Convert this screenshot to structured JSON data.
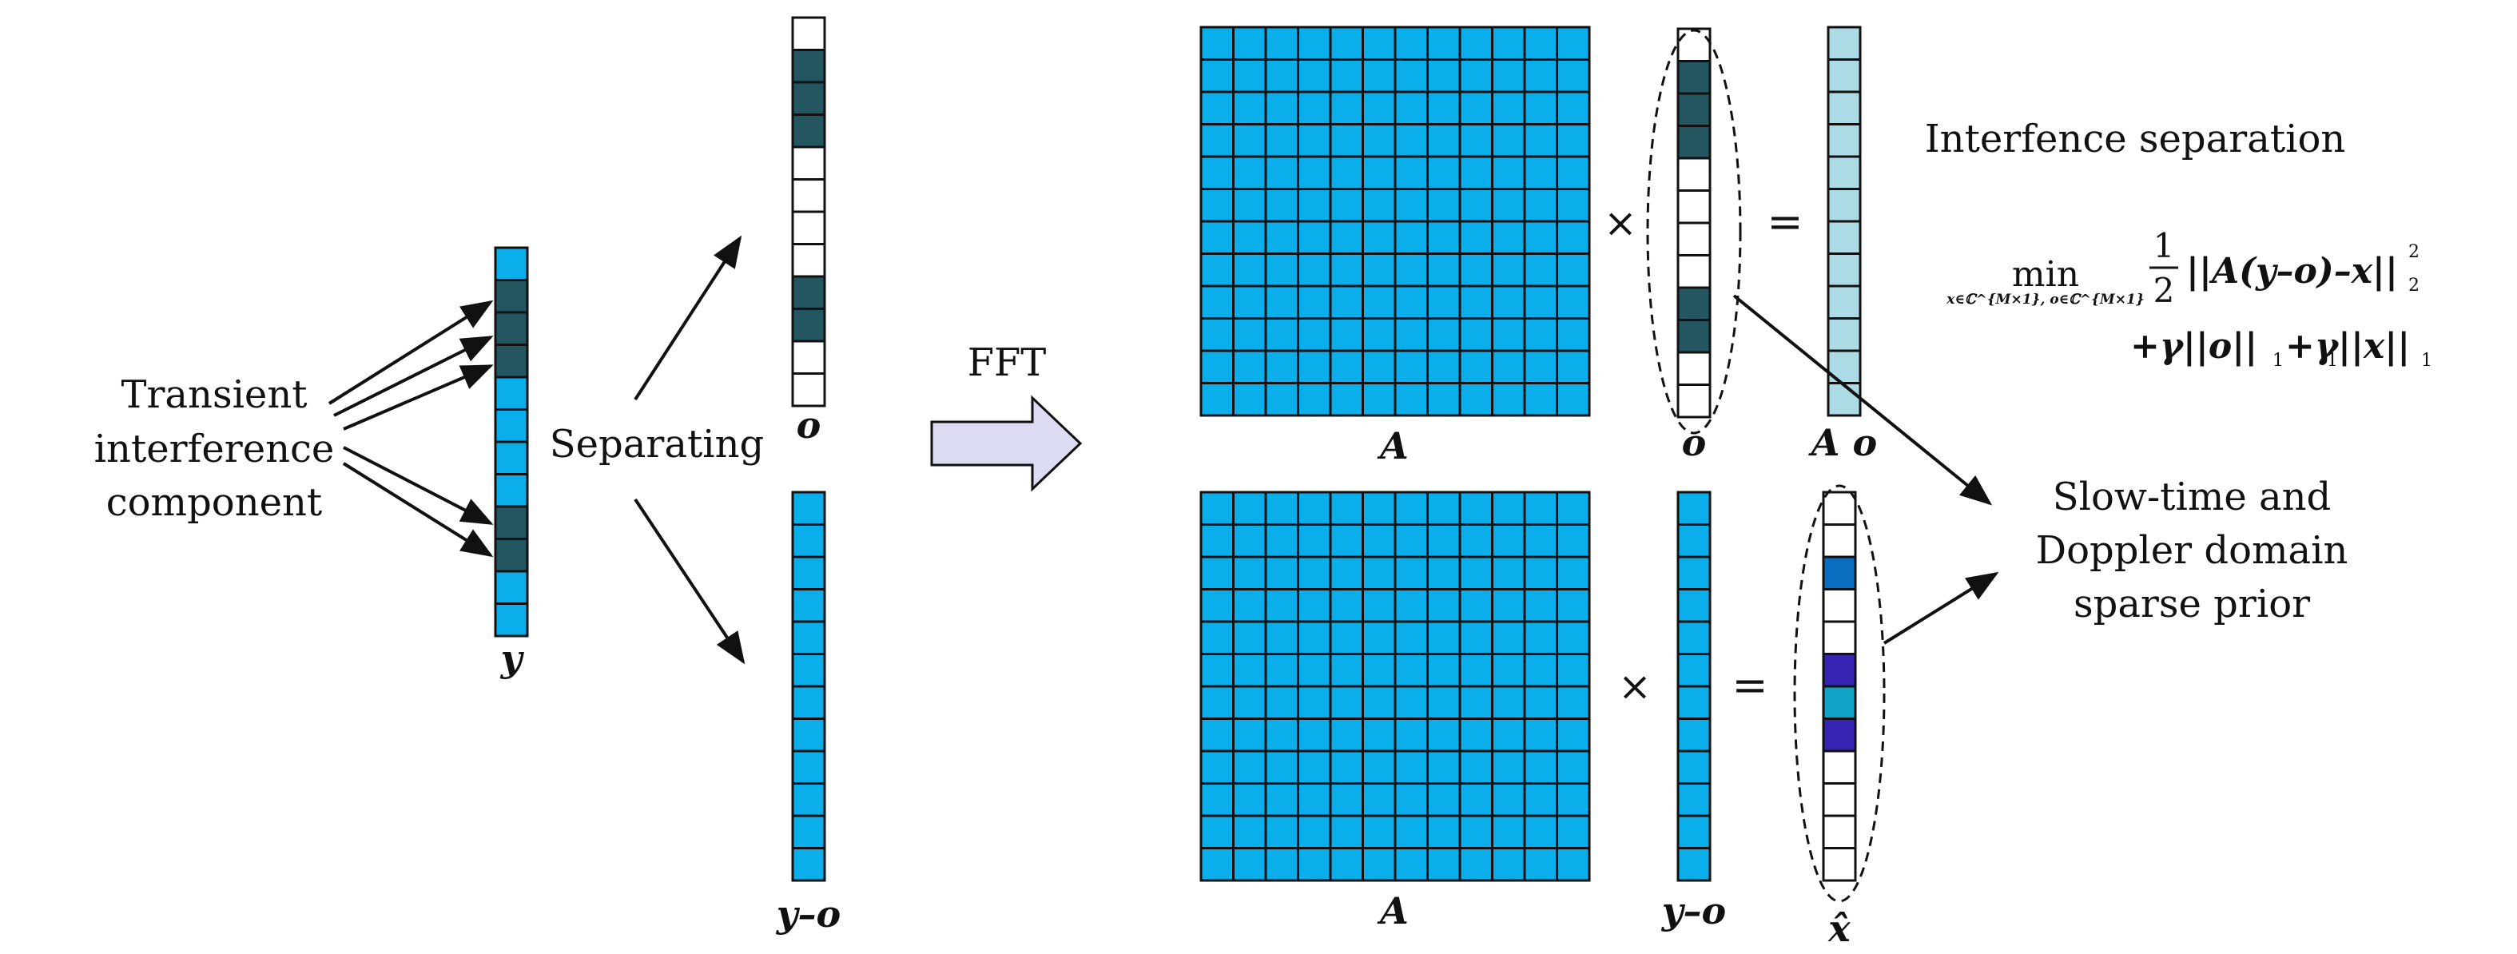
{
  "colors": {
    "blue": "#0aaeea",
    "dark_teal": "#245662",
    "white": "#ffffff",
    "light_blue": "#acdbe6",
    "mid_blue": "#0a6dbf",
    "indigo": "#3624b3",
    "teal": "#11a3c5",
    "arrow_fill": "#dcdcf2",
    "stroke": "#111111"
  },
  "texts": {
    "transient_1": "Transient",
    "transient_2": "interference",
    "transient_3": "component",
    "separating": "Separating",
    "fft": "FFT",
    "interference_sep": "Interfence separation",
    "slow_1": "Slow-time and",
    "slow_2": "Doppler domain",
    "slow_3": "sparse prior",
    "times": "×",
    "equals": "="
  },
  "labels": {
    "y": "y",
    "o": "o",
    "y_minus_o": "y–o",
    "A": "A",
    "Ao": "A o",
    "x_hat": "x̂"
  },
  "formula": {
    "min": "min",
    "subscript": "x∈ℂ^{M×1}, o∈ℂ^{M×1}",
    "frac_num": "1",
    "frac_den": "2",
    "line1": "||A(y–o)–x||",
    "line1_sub": "2",
    "line1_sup": "2",
    "line2": "+γ||o||",
    "line2_sub": "1",
    "line2_b": "+γ",
    "line2_b_sub": "1",
    "line2_c": "||x||",
    "line2_c_sub": "1"
  },
  "vectors": {
    "y": [
      "blue",
      "dark_teal",
      "dark_teal",
      "dark_teal",
      "blue",
      "blue",
      "blue",
      "blue",
      "dark_teal",
      "dark_teal",
      "blue",
      "blue"
    ],
    "o_top": [
      "white",
      "dark_teal",
      "dark_teal",
      "dark_teal",
      "white",
      "white",
      "white",
      "white",
      "dark_teal",
      "dark_teal",
      "white",
      "white"
    ],
    "y_minus_o_bottom": [
      "blue",
      "blue",
      "blue",
      "blue",
      "blue",
      "blue",
      "blue",
      "blue",
      "blue",
      "blue",
      "blue",
      "blue"
    ],
    "o_right": [
      "white",
      "dark_teal",
      "dark_teal",
      "dark_teal",
      "white",
      "white",
      "white",
      "white",
      "dark_teal",
      "dark_teal",
      "white",
      "white"
    ],
    "Ao": [
      "light_blue",
      "light_blue",
      "light_blue",
      "light_blue",
      "light_blue",
      "light_blue",
      "light_blue",
      "light_blue",
      "light_blue",
      "light_blue",
      "light_blue",
      "light_blue"
    ],
    "y_minus_o_right": [
      "blue",
      "blue",
      "blue",
      "blue",
      "blue",
      "blue",
      "blue",
      "blue",
      "blue",
      "blue",
      "blue",
      "blue"
    ],
    "x_hat": [
      "white",
      "white",
      "mid_blue",
      "white",
      "white",
      "indigo",
      "teal",
      "indigo",
      "white",
      "white",
      "white",
      "white"
    ]
  },
  "matrix": {
    "rows": 12,
    "cols": 12,
    "color": "blue"
  }
}
